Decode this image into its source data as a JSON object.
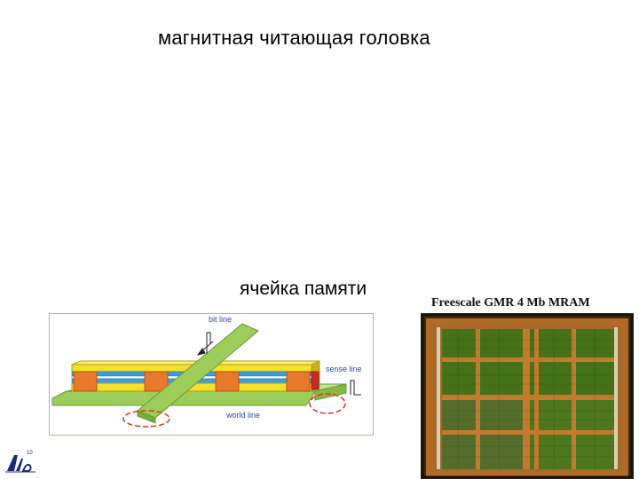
{
  "slide": {
    "title": "магнитная читающая головка",
    "cell_label": "ячейка памяти",
    "chip_caption": "Freescale GMR 4 Mb MRAM",
    "page_number": "10"
  },
  "diagram": {
    "bit_line_label": "bit line",
    "sense_line_label": "sense line",
    "world_line_label": "world line"
  },
  "colors": {
    "line_green": "#9ccc5a",
    "stack_yellow": "#f4e12a",
    "stack_orange": "#e8782a",
    "stack_blue": "#3aa0e0",
    "field_red": "#e03020",
    "label_blue": "#2a4aa8",
    "chip_green": "#4f7a1a",
    "chip_copper": "#c47a2e"
  }
}
